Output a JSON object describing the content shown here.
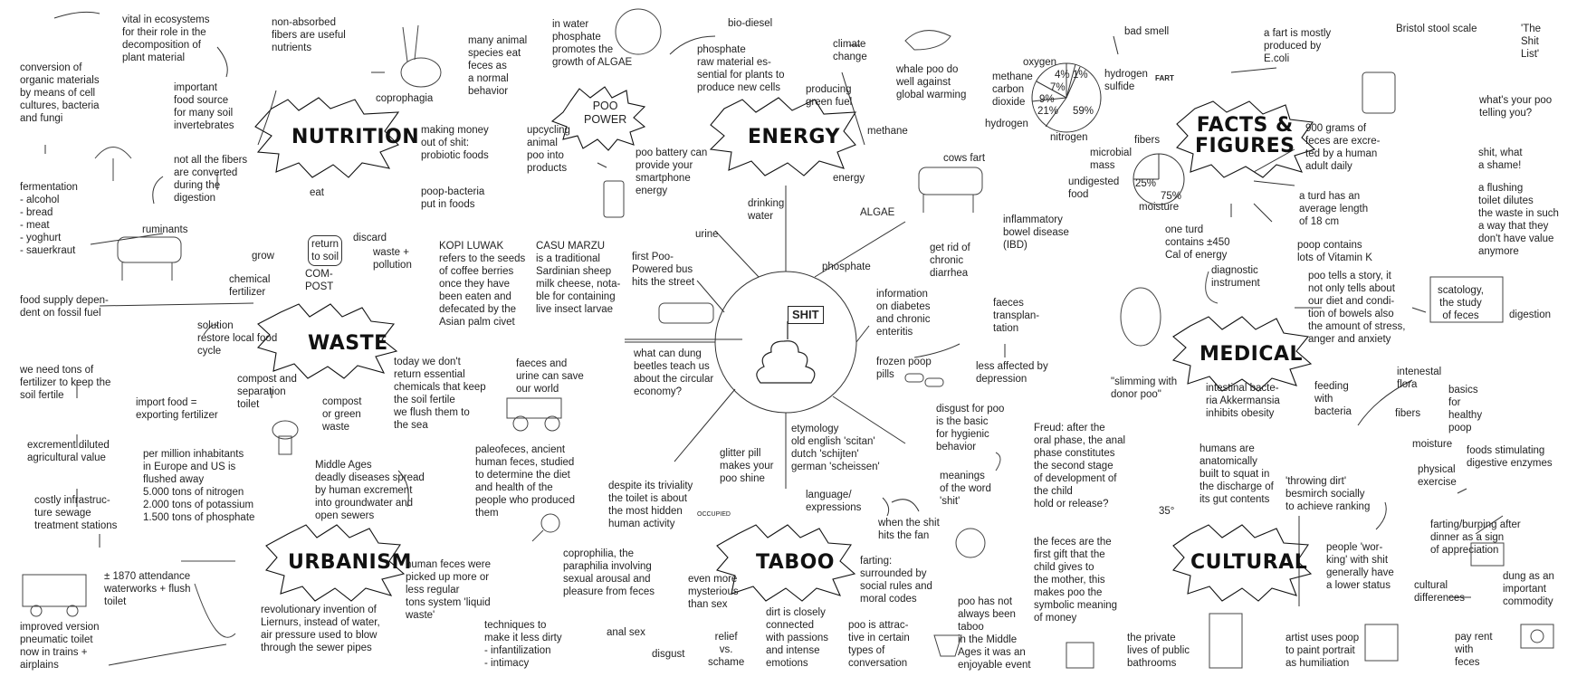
{
  "center": {
    "label": "SHIT"
  },
  "hubs": {
    "nutrition": "NUTRITION",
    "energy": "ENERGY",
    "facts": "FACTS &\nFIGURES",
    "waste": "WASTE",
    "medical": "MEDICAL",
    "urbanism": "URBANISM",
    "taboo": "TABOO",
    "cultural": "CULTURAL",
    "poopower": "POO\nPOWER"
  },
  "nutrition": {
    "vital": "vital in ecosystems\nfor their role in the\ndecomposition of\nplant material",
    "conversion": "conversion of\norganic materials\nby means of cell\ncultures, bacteria\nand fungi",
    "fibers_useful": "non-absorbed\nfibers are useful\nnutrients",
    "food_source": "important\nfood source\nfor many soil\ninvertebrates",
    "many_species": "many animal\nspecies eat\nfeces as\na normal\nbehavior",
    "coprophagia": "coprophagia",
    "not_all": "not all the fibers\nare converted\nduring the\ndigestion",
    "fermentation": "fermentation\n- alcohol\n- bread\n- meat\n- yoghurt\n- sauerkraut",
    "ruminants": "ruminants",
    "making_money": "making money\nout of shit:\nprobiotic foods",
    "poop_bacteria": "poop-bacteria\nput in foods",
    "eat": "eat",
    "grow": "grow",
    "discard": "discard",
    "return_soil": "return\nto soil",
    "compost": "COM-\nPOST",
    "waste_pollution": "waste +\npollution",
    "chemical_fert": "chemical\nfertilizer"
  },
  "waste": {
    "food_supply": "food supply depen-\ndent on fossil fuel",
    "solution": "solution\nrestore local food\ncycle",
    "import_food": "import food =\nexporting fertilizer",
    "tons_fert": "we need tons of\nfertilizer to keep the\nsoil fertile",
    "compost_sep": "compost and\nseparation\ntoilet",
    "compost_green": "compost\nor green\nwaste",
    "today": "today we don't\nreturn essential\nchemicals that keep\nthe soil fertile\nwe flush them to\nthe sea",
    "excrement": "excrement diluted\nagricultural value",
    "per_million": "per million inhabitants\nin Europe and US is\nflushed away\n5.000 tons of nitrogen\n2.000 tons of potassium\n1.500 tons of phosphate",
    "costly": "costly infrastruc-\nture sewage\ntreatment stations"
  },
  "urbanism": {
    "middle_ages": "Middle Ages\ndeadly diseases spread\nby human excrement\ninto groundwater and\nopen sewers",
    "picked_up": "human feces were\npicked up more or\nless regular\ntons system 'liquid\nwaste'",
    "attendance": "± 1870 attendance\nwaterworks + flush\ntoilet",
    "revolutionary": "revolutionary invention of\nLiernurs, instead of water,\nair pressure used to blow\nthrough the sewer pipes",
    "improved": "improved version\npneumatic toilet\nnow in trains +\nairplains"
  },
  "energy": {
    "in_water": "in water\nphosphate\npromotes the\ngrowth of ALGAE",
    "biodiesel": "bio-diesel",
    "phosphate_raw": "phosphate\nraw material es-\nsential for plants to\nproduce new cells",
    "climate": "climate\nchange",
    "whale": "whale poo do\nwell against\nglobal warming",
    "producing": "producing\ngreen fuel",
    "methane": "methane",
    "upcycling": "upcycling\nanimal\npoo into\nproducts",
    "poo_battery": "poo battery can\nprovide your\nsmartphone\nenergy",
    "energy_lbl": "energy",
    "algae": "ALGAE",
    "phosphate": "phosphate",
    "drinking": "drinking\nwater",
    "urine": "urine",
    "cows_fart": "cows fart",
    "first_bus": "first Poo-\nPowered bus\nhits the street"
  },
  "center_ring": {
    "kopi": "KOPI LUWAK\nrefers to the seeds\nof coffee berries\nonce they have\nbeen eaten and\ndefecated by the\nAsian palm civet",
    "casu": "CASU MARZU\nis a traditional\nSardinian sheep\nmilk cheese, nota-\nble for containing\nlive insect larvae",
    "dung_beetles": "what can dung\nbeetles teach us\nabout the circular\neconomy?",
    "faeces_urine": "faeces and\nurine can save\nour world",
    "glitter": "glitter pill\nmakes your\npoo shine",
    "etymology": "etymology\nold english 'scitan'\ndutch 'schijten'\ngerman 'scheissen'",
    "information": "information\non diabetes\nand chronic\nenteritis",
    "frozen": "frozen poop\npills",
    "get_rid": "get rid of\nchronic\ndiarrhea",
    "inflammatory": "inflammatory\nbowel disease\n(IBD)",
    "faeces_trans": "faeces\ntransplan-\ntation",
    "less_affected": "less affected by\ndepression",
    "disgust_basic": "disgust for poo\nis the basic\nfor hygienic\nbehavior",
    "meanings": "meanings\nof the word\n'shit'"
  },
  "facts": {
    "bad_smell": "bad smell",
    "fart_mostly": "a fart is mostly\nproduced by\nE.coli",
    "fart_label": "FART",
    "gas_oxygen": "oxygen",
    "gas_methane": "methane",
    "gas_co2": "carbon\ndioxide",
    "gas_hydrogen": "hydrogen",
    "gas_h2s": "hydrogen\nsulfide",
    "gas_nitrogen": "nitrogen",
    "pct_4": "4%",
    "pct_1": "1%",
    "pct_7": "7%",
    "pct_9": "9%",
    "pct_21": "21%",
    "pct_59": "59%",
    "fibers": "fibers",
    "microbial": "microbial\nmass",
    "undigested": "undigested\nfood",
    "pct_25": "25%",
    "pct_75": "75%",
    "moisture": "moisture",
    "grams": "900 grams of\nfeces are excre-\nted by a human\nadult daily",
    "turd_length": "a turd has an\naverage length\nof 18 cm",
    "one_turd": "one turd\ncontains ±450\nCal of energy",
    "vitamin": "poop contains\nlots of Vitamin K",
    "diagnostic": "diagnostic\ninstrument",
    "bristol": "Bristol stool scale",
    "shit_list": "'The\nShit\nList'",
    "telling": "what's your poo\ntelling you?",
    "shame": "shit, what\na shame!",
    "flushing": "a flushing\ntoilet dilutes\nthe waste in such\na way that they\ndon't have value\nanymore"
  },
  "medical": {
    "tells_story": "poo tells a story, it\nnot only tells about\nour diet and condi-\ntion of bowels also\nthe amount of stress,\nanger and anxiety",
    "scatology": "scatology,\nthe study\nof feces",
    "digestion": "digestion",
    "slimming": "\"slimming with\ndonor poo\"",
    "akkermansia": "intestinal bacte-\nria Akkermansia\ninhibits obesity",
    "feeding": "feeding\nwith\nbacteria",
    "flora": "intenestal\nflora",
    "basics": "basics\nfor\nhealthy\npoop",
    "fibers": "fibers",
    "moisture": "moisture",
    "physical": "physical\nexercise",
    "foods": "foods stimulating\ndigestive enzymes"
  },
  "taboo": {
    "freud": "Freud: after the\noral phase, the anal\nphase constitutes\nthe second stage\nof development of\nthe child\nhold or release?",
    "first_gift": "the feces are the\nfirst gift that the\nchild gives to\nthe mother, this\nmakes poo the\nsymbolic meaning\nof money",
    "language": "language/\nexpressions",
    "hits_fan": "when the shit\nhits the fan",
    "farting": "farting:\nsurrounded by\nsocial rules and\nmoral codes",
    "not_always": "poo has not\nalways been\ntaboo\nin the Middle\nAges it was an\nenjoyable event",
    "paleofeces": "paleofeces, ancient\nhuman feces, studied\nto determine the diet\nand health of the\npeople who produced\nthem",
    "triviality": "despite its triviality\nthe toilet is about\nthe most hidden\nhuman activity",
    "coprophilia": "coprophilia, the\nparaphilia involving\nsexual arousal and\npleasure from feces",
    "mysterious": "even more\nmysterious\nthan sex",
    "techniques": "techniques to\nmake it less dirty\n- infantilization\n- intimacy",
    "anal": "anal sex",
    "disgust": "disgust",
    "relief": "relief\nvs.\nschame",
    "dirt": "dirt is closely\nconnected\nwith passions\nand intense\nemotions",
    "attractive": "poo is attrac-\ntive in certain\ntypes of\nconversation",
    "occupied": "OCCUPIED"
  },
  "cultural": {
    "squat": "humans are\nanatomically\nbuilt to squat in\nthe discharge of\nits gut contents",
    "degree": "35°",
    "throwing": "'throwing dirt'\nbesmirch socially\nto achieve ranking",
    "working": "people 'wor-\nking' with shit\ngenerally have\na lower status",
    "farting_dinner": "farting/burping after\ndinner as a sign\nof appreciation",
    "cultural_diff": "cultural\ndifferences",
    "dung_commodity": "dung as an\nimportant\ncommodity",
    "pay_rent": "pay rent\nwith\nfeces",
    "artist": "artist uses poop\nto paint portrait\nas humiliation",
    "private": "the private\nlives of public\nbathrooms"
  }
}
